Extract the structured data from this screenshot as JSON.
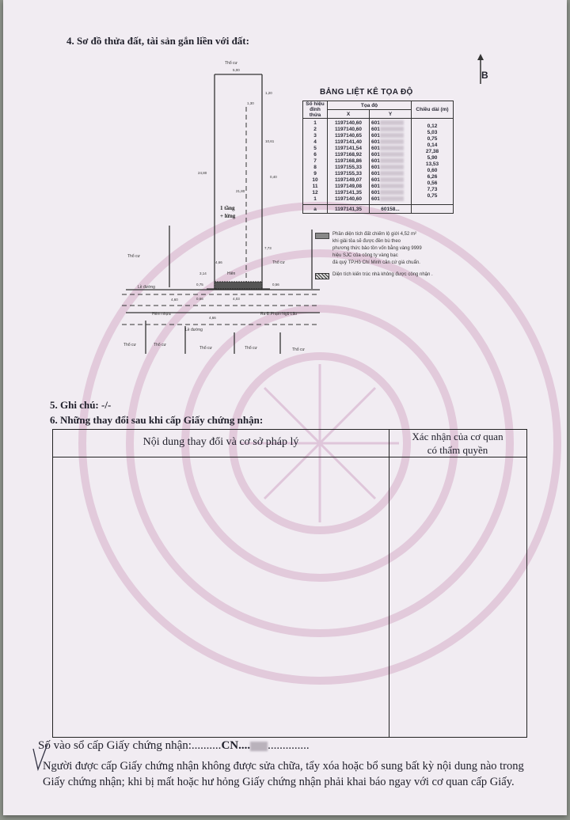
{
  "section4": {
    "heading": "4. Sơ đồ thửa đất, tài sản gắn liền với đất:"
  },
  "north_arrow": {
    "label": "B"
  },
  "diagram": {
    "labels": {
      "tho_cu": "Thổ cư",
      "le_duong": "Lề đường",
      "hem_nhua": "Hẻm nhựa",
      "ra_duong": "Ra Đ.Phạm Ngũ Lão",
      "hien": "Hiên",
      "building": "1 tầng",
      "building2": "+ lửng"
    },
    "dimensions": [
      "5,00",
      "1,20",
      "1,30",
      "10,61",
      "24,80",
      "21,80",
      "0,40",
      "4,66",
      "7,73",
      "4,03",
      "0,75",
      "0,66",
      "0,56",
      "4,60",
      "4,66",
      "3,14"
    ]
  },
  "coord_table": {
    "title": "BẢNG LIỆT KÊ TỌA ĐỘ",
    "headers": {
      "point": "Số hiệu đỉnh thửa",
      "coords": "Tọa độ",
      "x": "X",
      "y": "Y",
      "length": "Chiều dài (m)"
    },
    "points": [
      "1",
      "2",
      "3",
      "4",
      "5",
      "6",
      "7",
      "8",
      "9",
      "10",
      "11",
      "12",
      "1"
    ],
    "x": [
      "1197140,60",
      "1197140,60",
      "1197140,65",
      "1197141,40",
      "1197141,54",
      "1197168,92",
      "1197168,86",
      "1197155,33",
      "1197155,33",
      "1197149,07",
      "1197149,08",
      "1197141,35",
      "1197140,60"
    ],
    "y_prefix": "601",
    "lengths": [
      "0,12",
      "5,03",
      "0,75",
      "0,14",
      "27,38",
      "5,90",
      "13,53",
      "0,60",
      "6,26",
      "0,56",
      "7,73",
      "0,75"
    ],
    "extra_row": {
      "point": "a",
      "x": "1197141,35",
      "y": "60158..."
    }
  },
  "legend": {
    "item1": [
      "Phần diện tích đất chiếm lộ giới 4,52 m²",
      "khi giải tỏa sẽ được đền bù theo",
      "phương thức bảo tồn vốn bằng vàng 9999",
      "hiệu SJC của công ty vàng bạc",
      "đá quý TP.Hồ Chí Minh căn cứ giá chuẩn."
    ],
    "item2": "Diện tích kiến trúc nhà không được công nhận ."
  },
  "section5": {
    "heading": "5. Ghi chú: -/-"
  },
  "section6": {
    "heading": "6. Những thay đổi sau khi cấp Giấy chứng nhận:",
    "col1": "Nội dung thay đổi và cơ sở pháp lý",
    "col2_line1": "Xác nhận của cơ quan",
    "col2_line2": "có thẩm quyền"
  },
  "footer": {
    "registry_label": "Số vào sổ cấp Giấy chứng nhận:..........",
    "registry_value": "CN....",
    "registry_trail": "..............",
    "notice_line1": "Người được cấp Giấy chứng nhận không được sửa chữa, tẩy xóa hoặc bổ sung bất kỳ nội dung nào trong",
    "notice_line2": "Giấy chứng nhận; khi bị mất hoặc hư hỏng Giấy chứng nhận phải khai báo ngay với cơ quan cấp Giấy."
  },
  "colors": {
    "paper": "#f1ecf2",
    "watermark": "#d9b8cf",
    "ink": "#1f1f2a"
  }
}
